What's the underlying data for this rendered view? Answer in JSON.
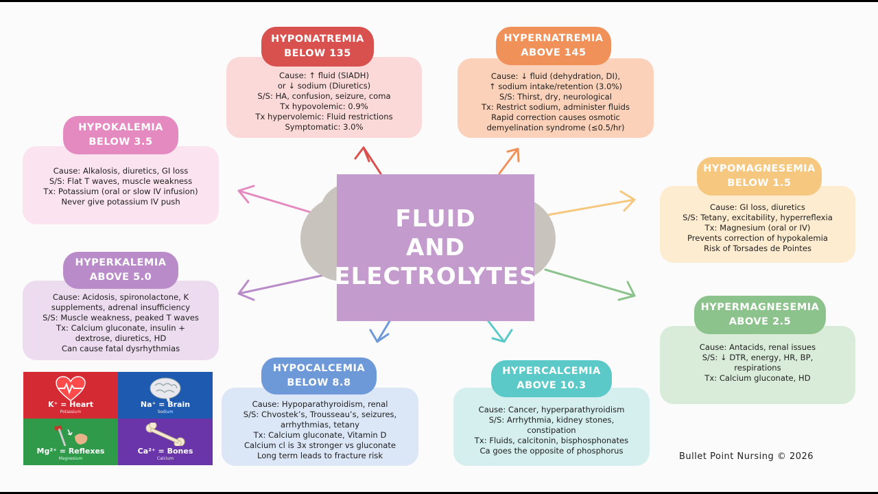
{
  "center": {
    "lines": [
      "FLUID",
      "AND",
      "ELECTROLYTES"
    ]
  },
  "colors": {
    "hyponatremia": "#d8514e",
    "hypernatremia": "#f0915a",
    "hypokalemia": "#e58ac0",
    "hyperkalemia": "#b98bc8",
    "hypomagnesemia": "#f5c77f",
    "hypermagnesemia": "#8cc38c",
    "hypocalcemia": "#6d99d8",
    "hypercalcemia": "#5cc9c9",
    "center": "#c39bcc"
  },
  "nodes": {
    "hyponatremia": {
      "label": [
        "HYPONATREMIA",
        "BELOW 135"
      ],
      "lines": [
        "Cause: ↑ fluid (SIADH)",
        "or ↓ sodium (Diuretics)",
        "S/S:  HA, confusion, seizure, coma",
        "Tx hypovolemic: 0.9%",
        "Tx hypervolemic: Fluid restrictions",
        "Symptomatic: 3.0%"
      ]
    },
    "hypernatremia": {
      "label": [
        "HYPERNATREMIA",
        "ABOVE 145"
      ],
      "lines": [
        "Cause: ↓ fluid (dehydration, DI),",
        "↑ sodium intake/retention (3.0%)",
        "S/S: Thirst, dry, neurological",
        "Tx: Restrict sodium, administer fluids",
        "Rapid correction causes osmotic",
        "demyelination syndrome (≤0.5/hr)"
      ]
    },
    "hypokalemia": {
      "label": [
        "HYPOKALEMIA",
        "BELOW 3.5"
      ],
      "lines": [
        "Cause: Alkalosis, diuretics, GI loss",
        "S/S: Flat T waves, muscle weakness",
        "Tx: Potassium (oral or slow IV infusion)",
        "Never give potassium IV push"
      ]
    },
    "hyperkalemia": {
      "label": [
        "HYPERKALEMIA",
        "ABOVE 5.0"
      ],
      "lines": [
        "Cause: Acidosis, spironolactone, K",
        "supplements, adrenal insufficiency",
        "S/S: Muscle weakness, peaked T waves",
        "Tx: Calcium gluconate, insulin +",
        "dextrose, diuretics, HD",
        "Can cause fatal dysrhythmias"
      ]
    },
    "hypomagnesemia": {
      "label": [
        "HYPOMAGNESEMIA",
        "BELOW 1.5"
      ],
      "lines": [
        "Cause: GI loss, diuretics",
        "S/S: Tetany, excitability, hyperreflexia",
        "Tx: Magnesium (oral or IV)",
        "Prevents correction of hypokalemia",
        "Risk of Torsades de Pointes"
      ]
    },
    "hypermagnesemia": {
      "label": [
        "HYPERMAGNESEMIA",
        "ABOVE 2.5"
      ],
      "lines": [
        "Cause: Antacids, renal issues",
        "S/S: ↓ DTR, energy, HR, BP,",
        "respirations",
        "Tx: Calcium gluconate, HD"
      ]
    },
    "hypocalcemia": {
      "label": [
        "HYPOCALCEMIA",
        "BELOW 8.8"
      ],
      "lines": [
        "Cause: Hypoparathyroidism, renal",
        "S/S: Chvostek’s, Trousseau’s, seizures,",
        "arrhythmias, tetany",
        "Tx: Calcium gluconate, Vitamin D",
        "Calcium cl is 3x stronger vs gluconate",
        "Long term leads to fracture risk"
      ]
    },
    "hypercalcemia": {
      "label": [
        "HYPERCALCEMIA",
        "ABOVE 10.3"
      ],
      "lines": [
        "Cause: Cancer, hyperparathyroidism",
        "S/S: Arrhythmia, kidney stones,",
        "constipation",
        "Tx: Fluids, calcitonin, bisphosphonates",
        "Ca goes the opposite of phosphorus"
      ]
    }
  },
  "grid": [
    {
      "main": "K⁺ = Heart",
      "sub": "Potassium",
      "color": "#d42a33",
      "icon": "heart-icon"
    },
    {
      "main": "Na⁺ = Brain",
      "sub": "Sodium",
      "color": "#1d5ab0",
      "icon": "brain-icon"
    },
    {
      "main": "Mg²⁺ = Reflexes",
      "sub": "Magnesium",
      "color": "#2e9a4a",
      "icon": "reflex-hammer-icon"
    },
    {
      "main": "Ca²⁺ = Bones",
      "sub": "Calcium",
      "color": "#6a35a8",
      "icon": "bone-icon"
    }
  ],
  "footer": "Bullet Point Nursing © 2026"
}
